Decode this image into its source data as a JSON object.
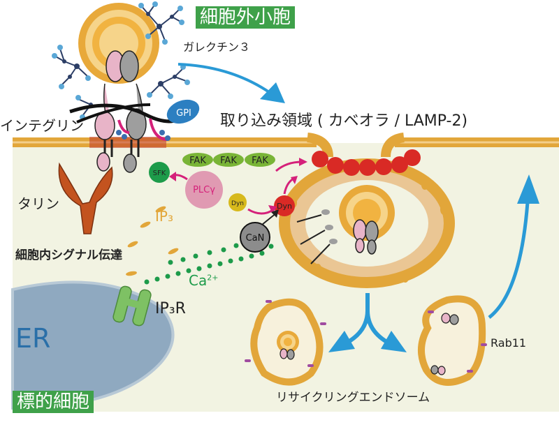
{
  "labels": {
    "exosome": "細胞外小胞",
    "galectin3": "ガレクチン３",
    "gpi": "GPI",
    "integrin": "インテグリン",
    "uptake_region": "取り込み領域 ( カベオラ / LAMP-2)",
    "fak": "FAK",
    "sfk": "SFK",
    "plcg": "PLCγ",
    "dyn": "Dyn",
    "talin": "タリン",
    "ip3": "IP₃",
    "can": "CaN",
    "intracellular_signal": "細胞内シグナル伝達",
    "ca": "Ca",
    "ca_sup": "2+",
    "ip3r": "IP₃R",
    "er": "ER",
    "rab11": "Rab11",
    "recycling_endosome": "リサイクリングエンドソーム",
    "target_cell": "標的細胞"
  },
  "colors": {
    "membrane": "#e2a63a",
    "cytoplasm": "#f2f3e2",
    "er": "#7f9fb8",
    "green_label_bg": "#3fa14a",
    "arrow_blue": "#2a9ad6",
    "arrow_magenta": "#d5217a",
    "red_caveola": "#d92a25",
    "fak_green": "#79b436",
    "dots_green": "#1d9b4a"
  }
}
